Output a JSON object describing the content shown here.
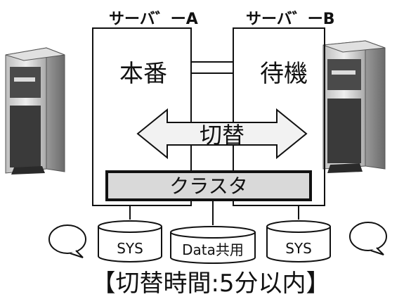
{
  "servers": {
    "a_label": "サーバ゛ーA",
    "b_label": "サーバ゛ーB",
    "primary_text": "本番",
    "standby_text": "待機"
  },
  "switchover": {
    "label": "切替"
  },
  "cluster": {
    "label": "クラスタ"
  },
  "disks": [
    {
      "label": "SYS"
    },
    {
      "label": "Data共用"
    },
    {
      "label": "SYS"
    }
  ],
  "caption": "【切替時間:5分以内】",
  "colors": {
    "stroke": "#111111",
    "arrow_fill": "#f2f2f2",
    "cluster_fill": "#d9d9d9",
    "server_dark": "#3a3a3a",
    "server_light": "#d8d8d8"
  },
  "icons": [
    "server-tower-icon-left",
    "server-tower-icon-right",
    "speech-bubble-icon-left",
    "speech-bubble-icon-right"
  ]
}
